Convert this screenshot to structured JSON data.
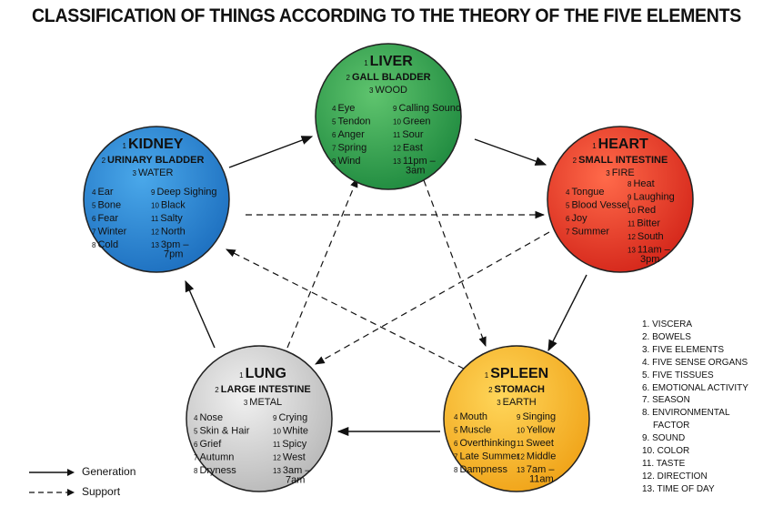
{
  "title": "CLASSIFICATION OF THINGS ACCORDING TO THE THEORY OF THE FIVE ELEMENTS",
  "colors": {
    "liver": "#2f9a4a",
    "heart": "#e63b28",
    "spleen": "#f2b41c",
    "lung": "#cfcfcf",
    "kidney": "#2a86d0"
  },
  "elements": {
    "liver": {
      "organ": "LIVER",
      "bowel": "GALL BLADDER",
      "element": "WOOD",
      "left": [
        [
          "4",
          "Eye"
        ],
        [
          "5",
          "Tendon"
        ],
        [
          "6",
          "Anger"
        ],
        [
          "7",
          "Spring"
        ],
        [
          "8",
          "Wind"
        ]
      ],
      "right": [
        [
          "9",
          "Calling Sound"
        ],
        [
          "10",
          "Green"
        ],
        [
          "11",
          "Sour"
        ],
        [
          "12",
          "East"
        ],
        [
          "13",
          "11pm –"
        ]
      ],
      "right_extra": "3am"
    },
    "heart": {
      "organ": "HEART",
      "bowel": "SMALL INTESTINE",
      "element": "FIRE",
      "left": [
        [
          "4",
          "Tongue"
        ],
        [
          "5",
          "Blood Vessel"
        ],
        [
          "6",
          "Joy"
        ],
        [
          "7",
          "Summer"
        ]
      ],
      "right": [
        [
          "8",
          "Heat"
        ],
        [
          "9",
          "Laughing"
        ],
        [
          "10",
          "Red"
        ],
        [
          "11",
          "Bitter"
        ],
        [
          "12",
          "South"
        ],
        [
          "13",
          "11am –"
        ]
      ],
      "right_extra": "3pm"
    },
    "spleen": {
      "organ": "SPLEEN",
      "bowel": "STOMACH",
      "element": "EARTH",
      "left": [
        [
          "4",
          "Mouth"
        ],
        [
          "5",
          "Muscle"
        ],
        [
          "6",
          "Overthinking"
        ],
        [
          "7",
          "Late Summer"
        ],
        [
          "8",
          "Dampness"
        ]
      ],
      "right": [
        [
          "9",
          "Singing"
        ],
        [
          "10",
          "Yellow"
        ],
        [
          "11",
          "Sweet"
        ],
        [
          "12",
          "Middle"
        ],
        [
          "13",
          "7am –"
        ]
      ],
      "right_extra": "11am"
    },
    "lung": {
      "organ": "LUNG",
      "bowel": "LARGE INTESTINE",
      "element": "METAL",
      "left": [
        [
          "4",
          "Nose"
        ],
        [
          "5",
          "Skin & Hair"
        ],
        [
          "6",
          "Grief"
        ],
        [
          "7",
          "Autumn"
        ],
        [
          "8",
          "Dryness"
        ]
      ],
      "right": [
        [
          "9",
          "Crying"
        ],
        [
          "10",
          "White"
        ],
        [
          "11",
          "Spicy"
        ],
        [
          "12",
          "West"
        ],
        [
          "13",
          "3am –"
        ]
      ],
      "right_extra": "7am"
    },
    "kidney": {
      "organ": "KIDNEY",
      "bowel": "URINARY BLADDER",
      "element": "WATER",
      "left": [
        [
          "4",
          "Ear"
        ],
        [
          "5",
          "Bone"
        ],
        [
          "6",
          "Fear"
        ],
        [
          "7",
          "Winter"
        ],
        [
          "8",
          "Cold"
        ]
      ],
      "right": [
        [
          "9",
          "Deep Sighing"
        ],
        [
          "10",
          "Black"
        ],
        [
          "11",
          "Salty"
        ],
        [
          "12",
          "North"
        ],
        [
          "13",
          "3pm –"
        ]
      ],
      "right_extra": "7pm"
    }
  },
  "key": [
    "1. VISCERA",
    "2. BOWELS",
    "3. FIVE ELEMENTS",
    "4. FIVE SENSE ORGANS",
    "5. FIVE TISSUES",
    "6. EMOTIONAL ACTIVITY",
    "7. SEASON",
    "8. ENVIRONMENTAL",
    "FACTOR",
    "9. SOUND",
    "10. COLOR",
    "11. TASTE",
    "12. DIRECTION",
    "13. TIME OF DAY"
  ],
  "legend": {
    "generation": "Generation",
    "support": "Support"
  }
}
